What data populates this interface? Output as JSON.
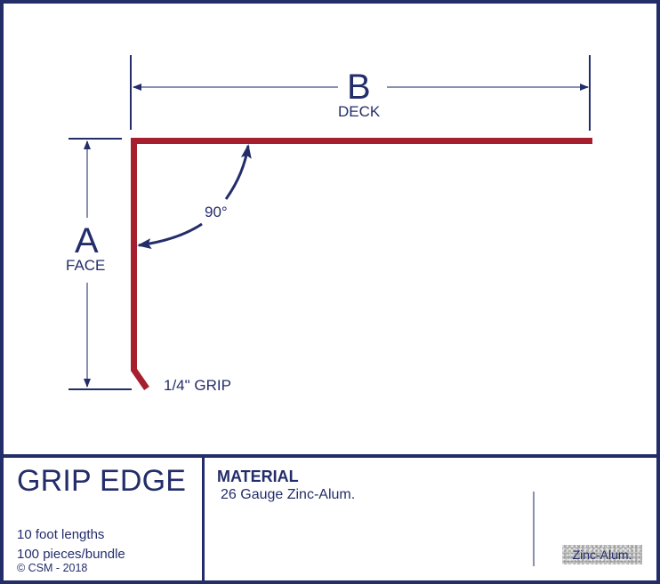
{
  "diagram": {
    "dimension_b": {
      "letter": "B",
      "label": "DECK"
    },
    "dimension_a": {
      "letter": "A",
      "label": "FACE"
    },
    "angle_label": "90°",
    "grip_label": "1/4\" GRIP",
    "colors": {
      "frame": "#232d6a",
      "profile": "#a51f2f",
      "dimension_line": "#8a90b0",
      "swatch": "#c4c4c4"
    }
  },
  "title_block": {
    "product_name": "GRIP EDGE",
    "specs": [
      "10 foot lengths",
      "100 pieces/bundle"
    ],
    "copyright": "© CSM - 2018"
  },
  "material_block": {
    "heading": "MATERIAL",
    "value": "26 Gauge Zinc-Alum.",
    "swatch_label": "Zinc-Alum."
  }
}
